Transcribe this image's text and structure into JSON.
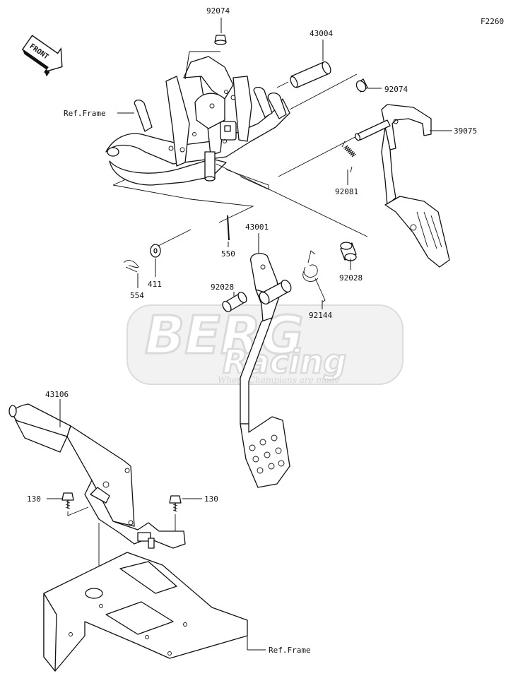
{
  "diagram": {
    "code": "F2260",
    "front_badge": "FRONT",
    "watermark": {
      "line1": "BERG",
      "line2": "Racing",
      "tagline": "Where Champions are made"
    },
    "labels": {
      "l92074_top": "92074",
      "l43004": "43004",
      "l92074_right": "92074",
      "lRefFrame_top": "Ref.Frame",
      "l39075": "39075",
      "l92081": "92081",
      "l43001": "43001",
      "l550": "550",
      "l554": "554",
      "l411": "411",
      "l92028_left": "92028",
      "l92028_right": "92028",
      "l92144": "92144",
      "l43106": "43106",
      "l130_left": "130",
      "l130_right": "130",
      "lRefFrame_bottom": "Ref.Frame"
    }
  }
}
